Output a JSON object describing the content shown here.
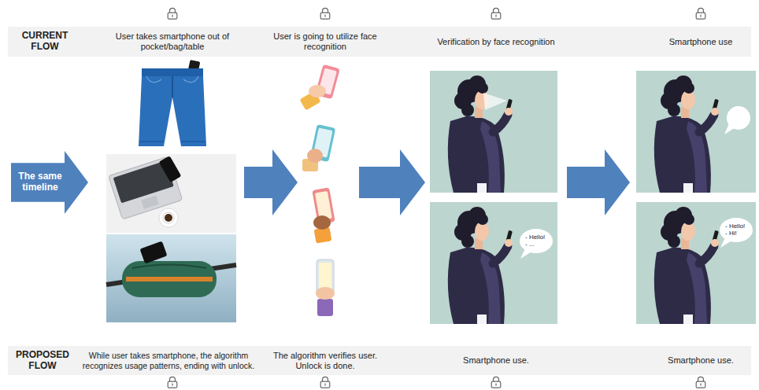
{
  "diagram": {
    "nodes": [
      {
        "text": [
          "CURRENT FLOW",
          "User takes smartphone out of pocket/bag/table",
          "User is going to utilize face recognition",
          "Verification by face recognition",
          "Smartphone use"
        ]
      },
      {
        "text": [
          "The same timeline"
        ]
      },
      {
        "text": [
          "- Hello! - ..."
        ]
      },
      {
        "text": [
          "- Hello! - Hi!"
        ]
      },
      {
        "text": [
          "PROPOSED FLOW",
          "While user takes smartphone, the algorithm recognizes usage patterns, ending with unlock.",
          "The algorithm verifies user. Unlock is done.",
          "Smartphone use.",
          "Smartphone use."
        ]
      }
    ]
  }
}
